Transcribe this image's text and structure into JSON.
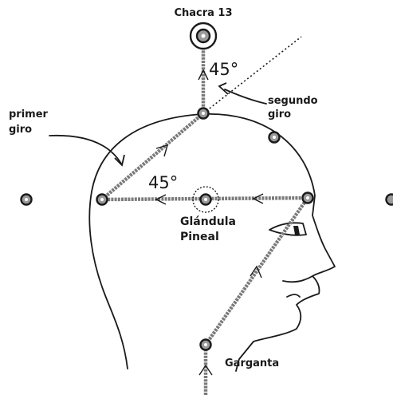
{
  "labels": {
    "chakra": "Chacra 13",
    "angle_top": "45°",
    "second_turn_l1": "segundo",
    "second_turn_l2": "giro",
    "first_turn_l1": "primer",
    "first_turn_l2": "giro",
    "angle_mid": "45°",
    "pineal_l1": "Glándula",
    "pineal_l2": "Pineal",
    "throat": "Garganta"
  },
  "colors": {
    "line": "#7a7a7a",
    "outline": "#1a1a1a",
    "dot_fill": "#9a9a9a"
  }
}
